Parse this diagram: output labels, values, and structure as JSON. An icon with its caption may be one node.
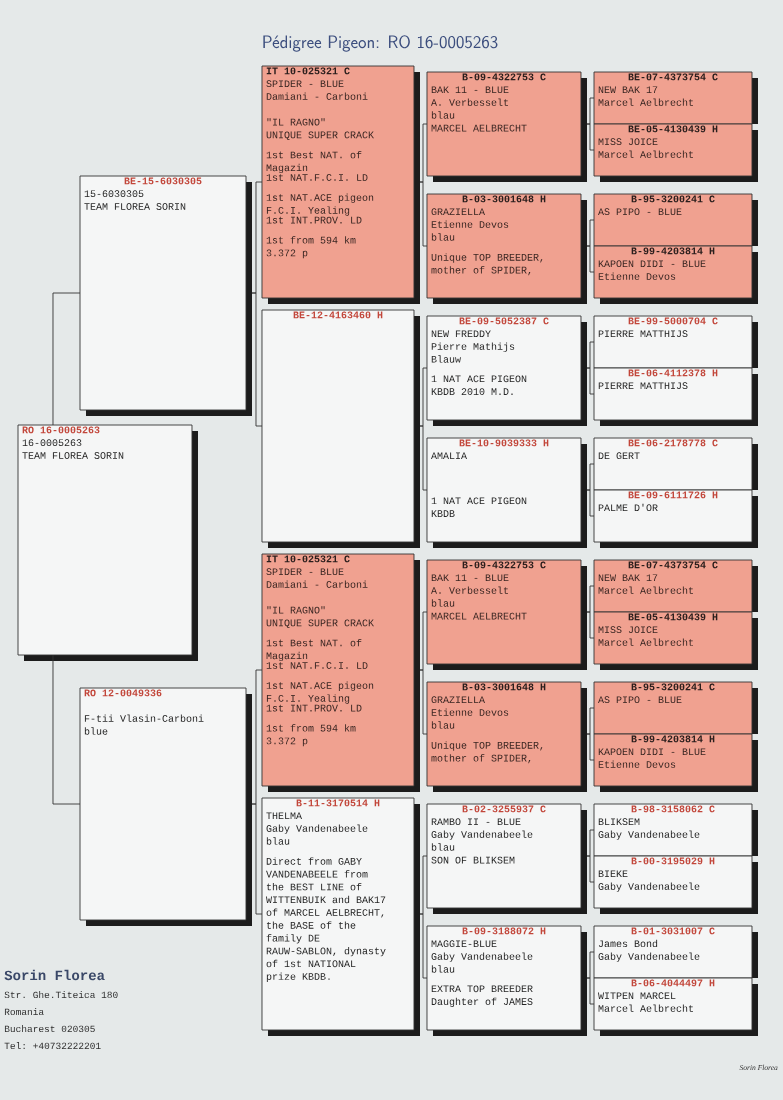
{
  "diagram": {
    "title": "Pédigree Pigeon: RO 16-0005263",
    "nodes": [
      {
        "text": [
          "RO 16-0005263",
          "16-0005263",
          "TEAM FLOREA SORIN"
        ]
      },
      {
        "text": [
          "BE-15-6030305",
          "15-6030305",
          "TEAM FLOREA SORIN"
        ]
      },
      {
        "text": [
          "RO 12-0049336",
          "F-tii Vlasin-Carboni",
          "blue"
        ]
      },
      {
        "text": [
          "IT 10-025321 C",
          "SPIDER - BLUE",
          "Damiani - Carboni",
          "\"IL RAGNO\"",
          "UNIQUE SUPER CRACK",
          "1st Best NAT. of Magazin",
          "1st NAT.F.C.I. LD",
          "1st NAT.ACE pigeon F.C.I. Yealing",
          "1st INT.PROV. LD",
          "1st from 594 km 3.372 p"
        ]
      },
      {
        "text": [
          "BE-12-4163460 H"
        ]
      },
      {
        "text": [
          "IT 10-025321 C",
          "SPIDER - BLUE",
          "Damiani - Carboni",
          "\"IL RAGNO\"",
          "UNIQUE SUPER CRACK",
          "1st Best NAT. of Magazin",
          "1st NAT.F.C.I. LD",
          "1st NAT.ACE pigeon F.C.I. Yealing",
          "1st INT.PROV. LD",
          "1st from 594 km 3.372 p"
        ]
      },
      {
        "text": [
          "B-11-3170514 H",
          "THELMA",
          "Gaby Vandenabeele",
          "blau",
          "Direct from GABY VANDENABEELE from the BEST LINE of WITTENBUIK and BAK17 of MARCEL AELBRECHT, the BASE of the family DE RAUW-SABLON, dynasty of 1st NATIONAL prize KBDB."
        ]
      },
      {
        "text": [
          "B-09-4322753 C",
          "BAK 11 - BLUE",
          "A. Verbesselt",
          "blau",
          "MARCEL AELBRECHT"
        ]
      },
      {
        "text": [
          "B-03-3001648 H",
          "GRAZIELLA",
          "Etienne Devos",
          "blau",
          "Unique TOP BREEDER, mother of SPIDER,"
        ]
      },
      {
        "text": [
          "BE-09-5052387 C",
          "NEW FREDDY",
          "Pierre Mathijs",
          "Blauw",
          "1 NAT ACE PIGEON KBDB 2010 M.D."
        ]
      },
      {
        "text": [
          "BE-10-9039333 H",
          "AMALIA",
          "1 NAT ACE PIGEON KBDB"
        ]
      },
      {
        "text": [
          "B-09-4322753 C",
          "BAK 11 - BLUE",
          "A. Verbesselt",
          "blau",
          "MARCEL AELBRECHT"
        ]
      },
      {
        "text": [
          "B-03-3001648 H",
          "GRAZIELLA",
          "Etienne Devos",
          "blau",
          "Unique TOP BREEDER, mother of SPIDER,"
        ]
      },
      {
        "text": [
          "B-02-3255937 C",
          "RAMBO II - BLUE",
          "Gaby Vandenabeele",
          "blau",
          "SON OF BLIKSEM"
        ]
      },
      {
        "text": [
          "B-09-3188072 H",
          "MAGGIE-BLUE",
          "Gaby Vandenabeele",
          "blau",
          "EXTRA TOP BREEDER Daughter of JAMES"
        ]
      },
      {
        "text": [
          "BE-07-4373754 C",
          "NEW BAK 17",
          "Marcel Aelbrecht"
        ]
      },
      {
        "text": [
          "BE-05-4130439 H",
          "MISS JOICE",
          "Marcel Aelbrecht"
        ]
      },
      {
        "text": [
          "B-95-3200241 C",
          "AS PIPO - BLUE"
        ]
      },
      {
        "text": [
          "B-99-4203814 H",
          "KAPOEN DIDI - BLUE",
          "Etienne Devos"
        ]
      },
      {
        "text": [
          "BE-99-5000704 C",
          "PIERRE MATTHIJS"
        ]
      },
      {
        "text": [
          "BE-06-4112378 H",
          "PIERRE MATTHIJS"
        ]
      },
      {
        "text": [
          "BE-06-2178778 C",
          "DE GERT"
        ]
      },
      {
        "text": [
          "BE-09-6111726 H",
          "PALME D'OR"
        ]
      },
      {
        "text": [
          "BE-07-4373754 C",
          "NEW BAK 17",
          "Marcel Aelbrecht"
        ]
      },
      {
        "text": [
          "BE-05-4130439 H",
          "MISS JOICE",
          "Marcel Aelbrecht"
        ]
      },
      {
        "text": [
          "B-95-3200241 C",
          "AS PIPO - BLUE"
        ]
      },
      {
        "text": [
          "B-99-4203814 H",
          "KAPOEN DIDI - BLUE",
          "Etienne Devos"
        ]
      },
      {
        "text": [
          "B-98-3158062 C",
          "BLIKSEM",
          "Gaby Vandenabeele"
        ]
      },
      {
        "text": [
          "B-00-3195029 H",
          "BIEKE",
          "Gaby Vandenabeele"
        ]
      },
      {
        "text": [
          "B-01-3031007 C",
          "James Bond",
          "Gaby Vandenabeele"
        ]
      },
      {
        "text": [
          "B-06-4044497 H",
          "WITPEN MARCEL",
          "Marcel Aelbrecht"
        ]
      }
    ],
    "edges": [
      {
        "from": 0,
        "to": 1,
        "arrow": "none"
      },
      {
        "from": 0,
        "to": 2,
        "arrow": "none"
      },
      {
        "from": 1,
        "to": 3,
        "arrow": "none"
      },
      {
        "from": 1,
        "to": 4,
        "arrow": "none"
      },
      {
        "from": 2,
        "to": 5,
        "arrow": "none"
      },
      {
        "from": 2,
        "to": 6,
        "arrow": "none"
      },
      {
        "from": 3,
        "to": 7,
        "arrow": "none"
      },
      {
        "from": 3,
        "to": 8,
        "arrow": "none"
      },
      {
        "from": 4,
        "to": 9,
        "arrow": "none"
      },
      {
        "from": 4,
        "to": 10,
        "arrow": "none"
      },
      {
        "from": 5,
        "to": 11,
        "arrow": "none"
      },
      {
        "from": 5,
        "to": 12,
        "arrow": "none"
      },
      {
        "from": 6,
        "to": 13,
        "arrow": "none"
      },
      {
        "from": 6,
        "to": 14,
        "arrow": "none"
      },
      {
        "from": 7,
        "to": 15,
        "arrow": "none"
      },
      {
        "from": 7,
        "to": 16,
        "arrow": "none"
      },
      {
        "from": 8,
        "to": 17,
        "arrow": "none"
      },
      {
        "from": 8,
        "to": 18,
        "arrow": "none"
      },
      {
        "from": 9,
        "to": 19,
        "arrow": "none"
      },
      {
        "from": 9,
        "to": 20,
        "arrow": "none"
      },
      {
        "from": 10,
        "to": 21,
        "arrow": "none"
      },
      {
        "from": 10,
        "to": 22,
        "arrow": "none"
      },
      {
        "from": 11,
        "to": 23,
        "arrow": "none"
      },
      {
        "from": 11,
        "to": 24,
        "arrow": "none"
      },
      {
        "from": 12,
        "to": 25,
        "arrow": "none"
      },
      {
        "from": 12,
        "to": 26,
        "arrow": "none"
      },
      {
        "from": 13,
        "to": 27,
        "arrow": "none"
      },
      {
        "from": 13,
        "to": 28,
        "arrow": "none"
      },
      {
        "from": 14,
        "to": 29,
        "arrow": "none"
      },
      {
        "from": 14,
        "to": 30,
        "arrow": "none"
      }
    ],
    "labels": [
      "Sorin Florea",
      "Str. Ghe.Titeica 180",
      "Romania",
      "Bucharest 020305",
      "Tel: +40732222201",
      "Sorin Florea"
    ]
  }
}
